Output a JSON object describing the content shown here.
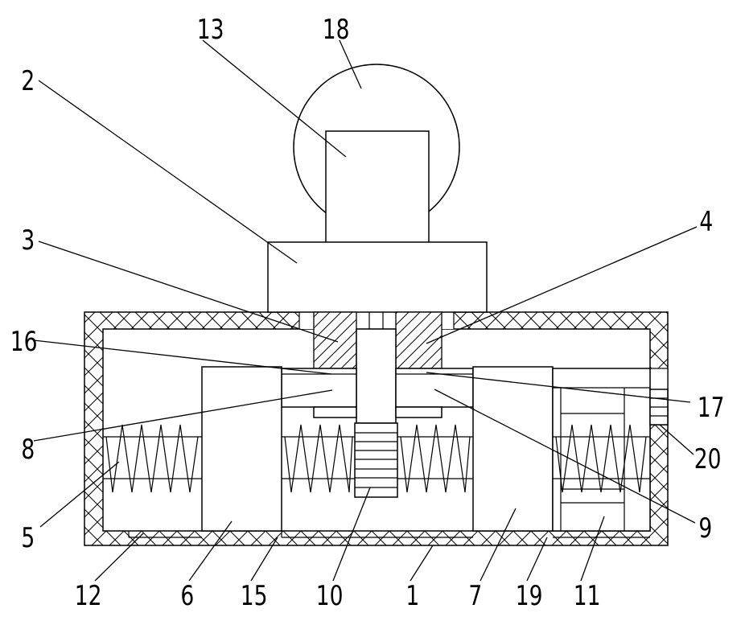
{
  "labels": {
    "l1": "1",
    "l2": "2",
    "l3": "3",
    "l4": "4",
    "l5": "5",
    "l6": "6",
    "l7": "7",
    "l8": "8",
    "l9": "9",
    "l10": "10",
    "l11": "11",
    "l12": "12",
    "l13": "13",
    "l15": "15",
    "l16": "16",
    "l17": "17",
    "l18": "18",
    "l19": "19",
    "l20": "20"
  }
}
